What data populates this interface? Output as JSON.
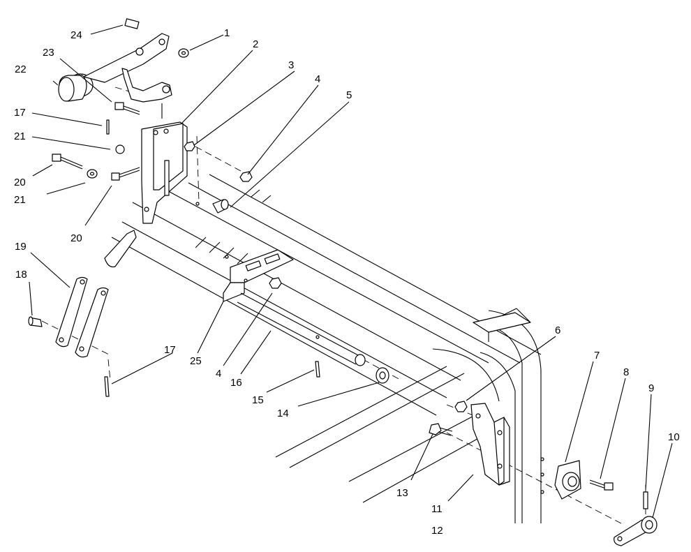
{
  "callouts": [
    {
      "id": "c1",
      "text": "1"
    },
    {
      "id": "c2",
      "text": "2"
    },
    {
      "id": "c3",
      "text": "3"
    },
    {
      "id": "c4a",
      "text": "4"
    },
    {
      "id": "c5",
      "text": "5"
    },
    {
      "id": "c6",
      "text": "6"
    },
    {
      "id": "c7",
      "text": "7"
    },
    {
      "id": "c8",
      "text": "8"
    },
    {
      "id": "c9",
      "text": "9"
    },
    {
      "id": "c10",
      "text": "10"
    },
    {
      "id": "c11",
      "text": "11"
    },
    {
      "id": "c12",
      "text": "12"
    },
    {
      "id": "c13",
      "text": "13"
    },
    {
      "id": "c14",
      "text": "14"
    },
    {
      "id": "c15",
      "text": "15"
    },
    {
      "id": "c16",
      "text": "16"
    },
    {
      "id": "c4b",
      "text": "4"
    },
    {
      "id": "c25",
      "text": "25"
    },
    {
      "id": "c17b",
      "text": "17"
    },
    {
      "id": "c18",
      "text": "18"
    },
    {
      "id": "c19",
      "text": "19"
    },
    {
      "id": "c20b",
      "text": "20"
    },
    {
      "id": "c21b",
      "text": "21"
    },
    {
      "id": "c20a",
      "text": "20"
    },
    {
      "id": "c21a",
      "text": "21"
    },
    {
      "id": "c17a",
      "text": "17"
    },
    {
      "id": "c22",
      "text": "22"
    },
    {
      "id": "c23",
      "text": "23"
    },
    {
      "id": "c24",
      "text": "24"
    }
  ]
}
